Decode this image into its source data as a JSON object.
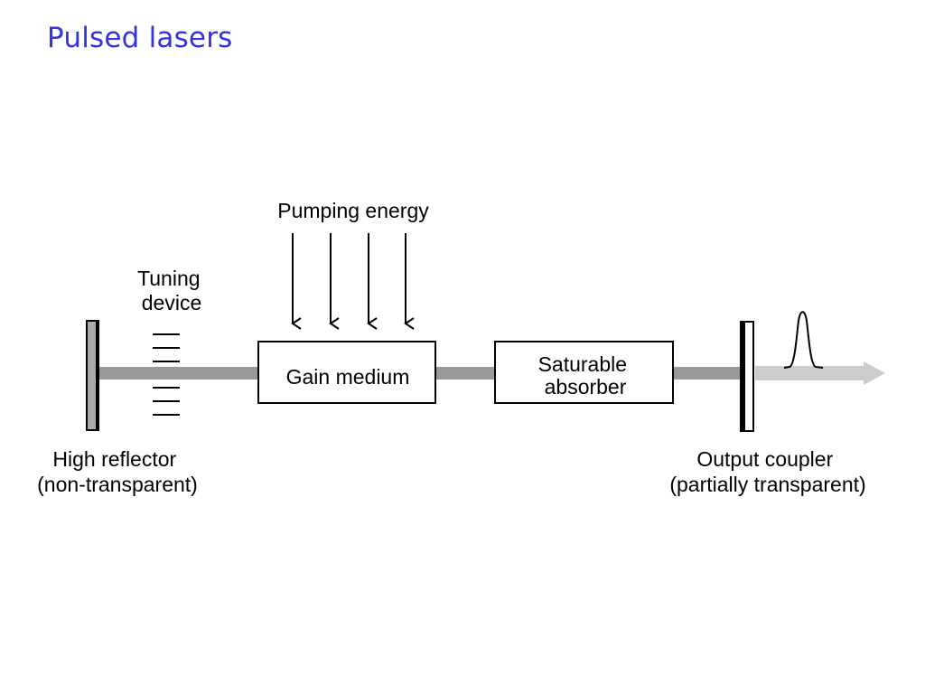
{
  "title": "Pulsed lasers",
  "diagram": {
    "pumping_label": "Pumping energy",
    "tuning_label": [
      "Tuning",
      "device"
    ],
    "gain_label": "Gain medium",
    "absorber_label": [
      "Saturable",
      "absorber"
    ],
    "high_reflector_label": [
      "High reflector",
      "(non-transparent)"
    ],
    "output_coupler_label": [
      "Output coupler",
      "(partially transparent)"
    ],
    "colors": {
      "title": "#3333e0",
      "beam": "#999999",
      "output_beam": "#cccccc"
    }
  }
}
